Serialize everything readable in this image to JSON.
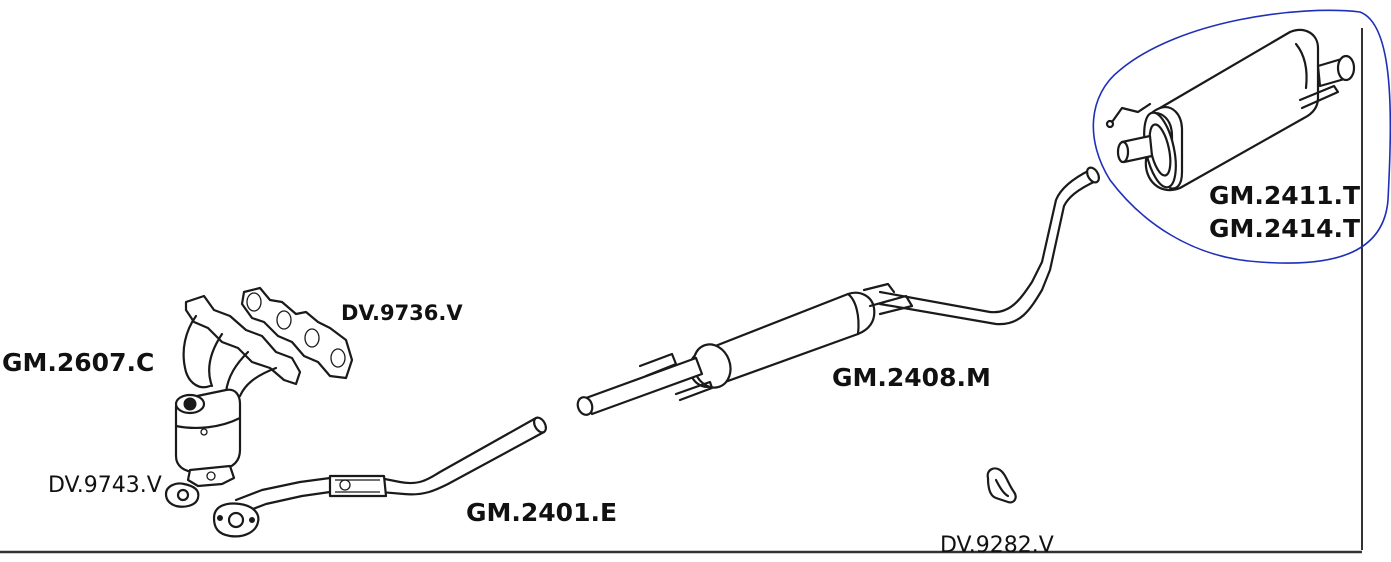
{
  "parts": {
    "manifold_catalyst": "GM.2607.C",
    "manifold_gasket": "DV.9736.V",
    "flange_gasket": "DV.9743.V",
    "front_pipe": "GM.2401.E",
    "middle_silencer": "GM.2408.M",
    "rear_silencer_a": "GM.2411.T",
    "rear_silencer_b": "GM.2414.T",
    "clamp": "DV.9282.V"
  },
  "colors": {
    "highlight_outline": "#1f2fb8",
    "line_art": "#1a1a1a"
  }
}
